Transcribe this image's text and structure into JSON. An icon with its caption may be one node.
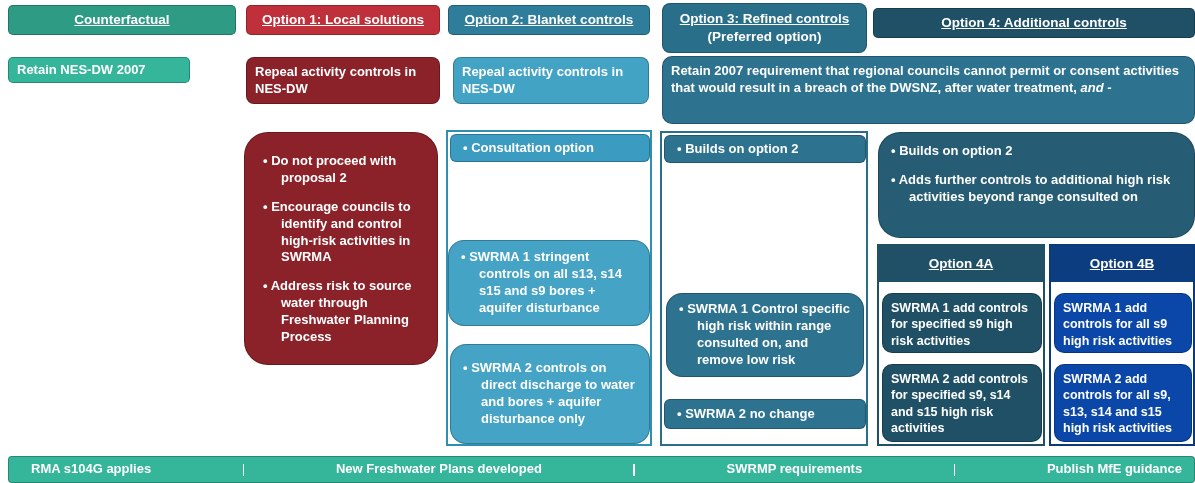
{
  "diagram": {
    "nodes": [
      {
        "text": [
          "Counterfactual"
        ]
      },
      {
        "text": [
          "Option 1: Local solutions"
        ]
      },
      {
        "text": [
          "Option 2: Blanket controls"
        ]
      },
      {
        "text": [
          "Option 3: Refined controls",
          "(Preferred option)"
        ]
      },
      {
        "text": [
          "Option 4: Additional controls"
        ]
      },
      {
        "text": [
          "Retain NES-DW 2007"
        ]
      },
      {
        "text": [
          "Repeal activity controls in NES-DW"
        ]
      },
      {
        "text": [
          "Repeal activity controls in NES-DW"
        ]
      },
      {
        "text": [
          "Retain 2007 requirement that regional councils cannot permit or consent activities that would result in a breach of the DWSNZ, after water treatment, *and -*"
        ]
      },
      {
        "text": [
          "• Do not proceed with proposal 2",
          "• Encourage councils to identify and control high-risk activities in SWRMA",
          "• Address risk to source water through Freshwater Planning Process"
        ]
      },
      {
        "text": [],
        "shape": "box"
      },
      {
        "text": [
          "• Consultation option"
        ],
        "in": 10
      },
      {
        "text": [
          "• SWRMA 1 stringent controls on all s13, s14 s15 and s9 bores + aquifer disturbance"
        ],
        "in": 10
      },
      {
        "text": [
          "• SWRMA 2 controls on direct discharge to water and bores + aquifer disturbance only"
        ],
        "in": 10
      },
      {
        "text": [],
        "shape": "box"
      },
      {
        "text": [
          "• Builds on option 2"
        ],
        "in": 14
      },
      {
        "text": [
          "• SWRMA 1 Control specific high risk within range consulted on, and remove low risk"
        ],
        "in": 14
      },
      {
        "text": [
          "• SWRMA 2 no change"
        ],
        "in": 14
      },
      {
        "text": [
          "• Builds on option 2",
          "• Adds further controls to additional high risk activities beyond range consulted on"
        ]
      },
      {
        "text": [
          "Option 4A"
        ]
      },
      {
        "text": [
          "SWRMA 1 add controls for specified s9 high risk activities"
        ],
        "in": 19
      },
      {
        "text": [
          "SWRMA 2 add controls for specified s9, s14 and s15 high risk activities"
        ],
        "in": 19
      },
      {
        "text": [
          "Option 4B"
        ]
      },
      {
        "text": [
          "SWRMA 1 add controls for all s9 high risk activities"
        ],
        "in": 22
      },
      {
        "text": [
          "SWRMA 2 add controls for all s9, s13, s14 and s15 high risk activities"
        ],
        "in": 22
      },
      {
        "text": [
          "RMA s104G applies",
          "New Freshwater Plans developed",
          "SWRMP requirements",
          "Publish MfE guidance"
        ]
      }
    ],
    "edges": []
  }
}
